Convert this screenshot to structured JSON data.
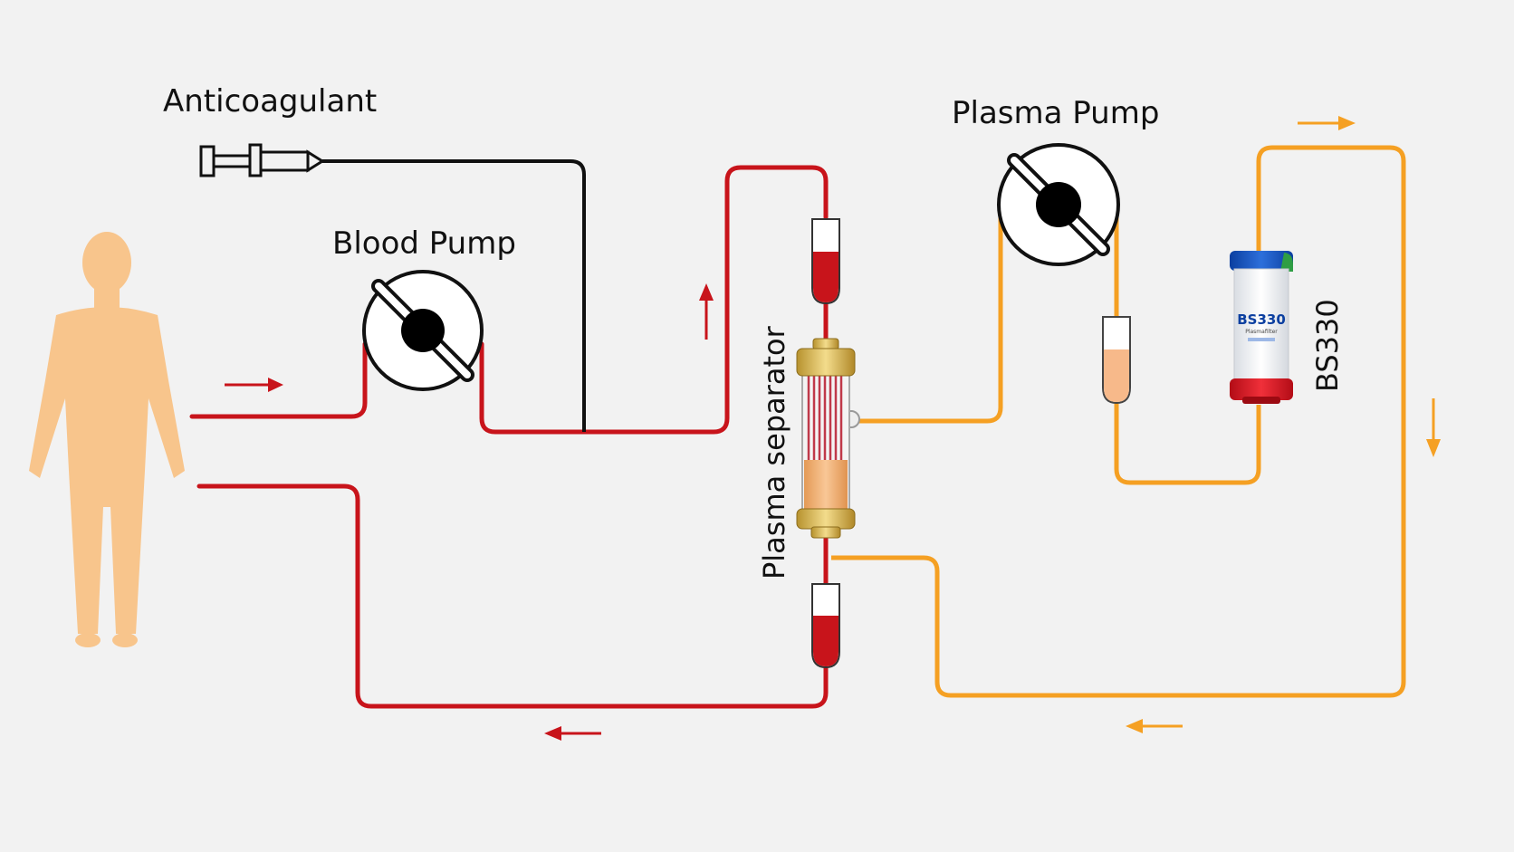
{
  "labels": {
    "anticoagulant": "Anticoagulant",
    "blood_pump": "Blood Pump",
    "plasma_pump": "Plasma Pump",
    "plasma_separator": "Plasma separator",
    "adsorber": "BS330"
  },
  "adsorber_device": {
    "brand": "BS330",
    "subtitle": "Plasmafilter"
  },
  "colors": {
    "blood": "#c8141b",
    "plasma": "#f5a023",
    "anticoagulant_line": "#111111",
    "body": "#f8c58c",
    "background": "#f2f2f2"
  }
}
